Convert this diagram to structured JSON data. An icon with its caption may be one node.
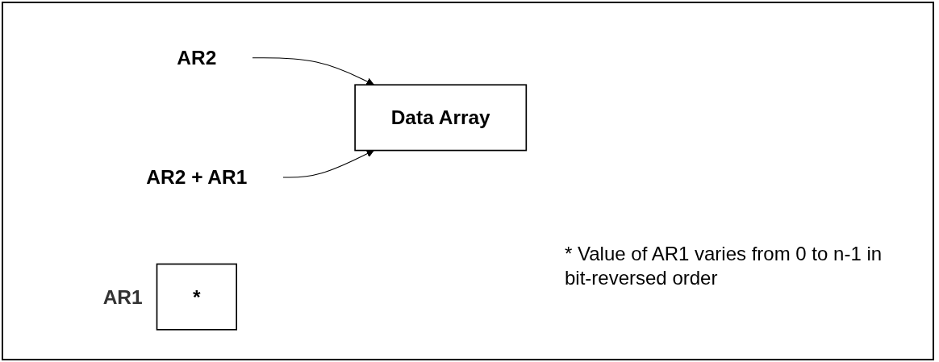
{
  "diagram": {
    "nodes": [
      {
        "text": [
          "AR2"
        ]
      },
      {
        "text": [
          "AR2 + AR1"
        ]
      },
      {
        "text": [
          "Data Array"
        ]
      },
      {
        "text": [
          "*"
        ],
        "beside": [
          "AR1"
        ]
      }
    ],
    "edges": [
      {
        "from": 0,
        "to": 2,
        "arrow": "to"
      },
      {
        "from": 1,
        "to": 2,
        "arrow": "to"
      }
    ],
    "labels": [
      "* Value of AR1 varies from 0 to n-1 in bit-reversed order"
    ]
  }
}
